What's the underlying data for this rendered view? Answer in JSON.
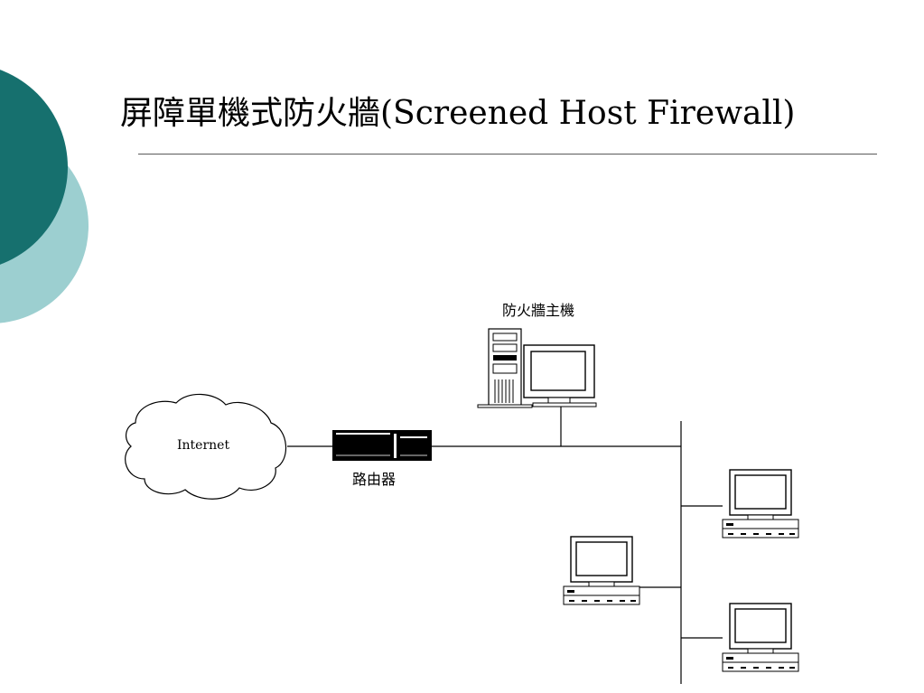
{
  "title": "屏障單機式防火牆(Screened Host Firewall)",
  "nodes": {
    "internet": "Internet",
    "router": "路由器",
    "firewall_host": "防火牆主機"
  },
  "colors": {
    "decor_dark": "#16706e",
    "decor_light": "#9ccfd0"
  }
}
